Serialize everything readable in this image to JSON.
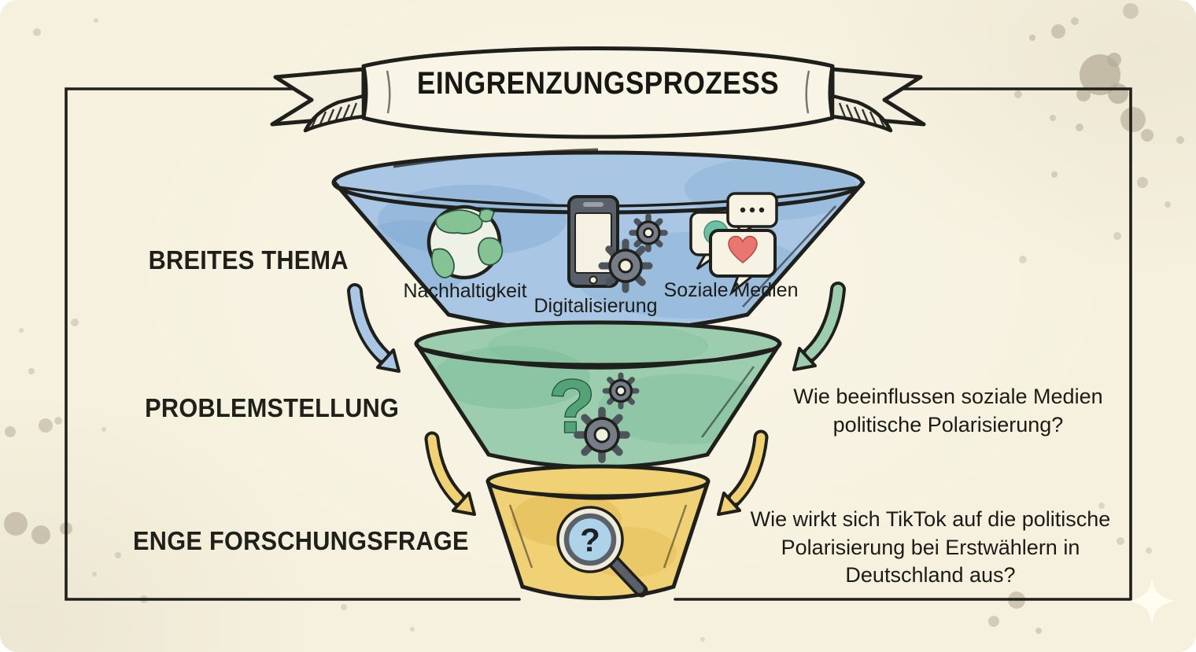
{
  "banner": {
    "title": "EINGRENZUNGSPROZESS"
  },
  "funnel": {
    "stages": [
      {
        "name": "breites-thema",
        "label": "BREITES THEMA",
        "highlight_color": "#aac8e9",
        "fill_color": "#a9c6e4",
        "items": [
          {
            "icon": "globe-icon",
            "label": "Nachhaltigkeit"
          },
          {
            "icon": "smartphone-gears-icon",
            "label": "Digitalisierung"
          },
          {
            "icon": "social-bubbles-icon",
            "label": "Soziale Medien"
          }
        ]
      },
      {
        "name": "problemstellung",
        "label": "PROBLEMSTELLUNG",
        "highlight_color": "#a9d7bf",
        "fill_color": "#9ccdaf",
        "icon": "question-gears-icon",
        "question": "Wie beeinflussen soziale Medien politische Polarisierung?"
      },
      {
        "name": "enge-forschungsfrage",
        "label": "ENGE FORSCHUNGSFRAGE",
        "highlight_color": "#f3dd8a",
        "fill_color": "#f0d175",
        "icon": "magnifier-question-icon",
        "question": "Wie wirkt sich TikTok auf die politische Polarisierung bei Erstwählern in Deutschland aus?"
      }
    ]
  },
  "icons": {
    "question_mark": "?",
    "magnifier_question": "?"
  },
  "colors": {
    "background": "#f6f1de",
    "ink": "#1f1f1c",
    "paper_ribbon": "#f9f5e6",
    "stage1_fill": "#a9c6e4",
    "stage2_fill": "#9ccdaf",
    "stage3_fill": "#f0d175",
    "gear_gray": "#767d87",
    "heart_red": "#e9776f",
    "bubble_teal": "#6fbfa4",
    "lens_blue": "#aed2e8",
    "splatter_taupe": "#b5ac95"
  }
}
